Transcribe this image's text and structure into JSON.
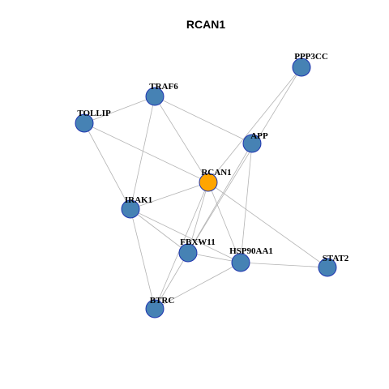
{
  "title": "RCAN1",
  "colors": {
    "center_node": "#FFA500",
    "node": "#4682B4",
    "node_border": "#1f35b0",
    "edge": "#b4b4b4"
  },
  "nodes": [
    {
      "id": "RCAN1",
      "label": "RCAN1",
      "center": true
    },
    {
      "id": "PPP3CC",
      "label": "PPP3CC"
    },
    {
      "id": "TRAF6",
      "label": "TRAF6"
    },
    {
      "id": "TOLLIP",
      "label": "TOLLIP"
    },
    {
      "id": "APP",
      "label": "APP"
    },
    {
      "id": "IRAK1",
      "label": "IRAK1"
    },
    {
      "id": "FBXW11",
      "label": "FBXW11"
    },
    {
      "id": "HSP90AA1",
      "label": "HSP90AA1"
    },
    {
      "id": "STAT2",
      "label": "STAT2"
    },
    {
      "id": "BTRC",
      "label": "BTRC"
    }
  ],
  "edges": [
    [
      "TRAF6",
      "TOLLIP"
    ],
    [
      "TRAF6",
      "APP"
    ],
    [
      "TRAF6",
      "RCAN1"
    ],
    [
      "TRAF6",
      "IRAK1"
    ],
    [
      "TOLLIP",
      "RCAN1"
    ],
    [
      "TOLLIP",
      "IRAK1"
    ],
    [
      "PPP3CC",
      "RCAN1"
    ],
    [
      "PPP3CC",
      "FBXW11"
    ],
    [
      "APP",
      "FBXW11"
    ],
    [
      "APP",
      "HSP90AA1"
    ],
    [
      "RCAN1",
      "IRAK1"
    ],
    [
      "RCAN1",
      "FBXW11"
    ],
    [
      "RCAN1",
      "HSP90AA1"
    ],
    [
      "RCAN1",
      "STAT2"
    ],
    [
      "RCAN1",
      "BTRC"
    ],
    [
      "IRAK1",
      "FBXW11"
    ],
    [
      "IRAK1",
      "HSP90AA1"
    ],
    [
      "IRAK1",
      "BTRC"
    ],
    [
      "FBXW11",
      "HSP90AA1"
    ],
    [
      "FBXW11",
      "BTRC"
    ],
    [
      "HSP90AA1",
      "STAT2"
    ],
    [
      "HSP90AA1",
      "BTRC"
    ]
  ]
}
